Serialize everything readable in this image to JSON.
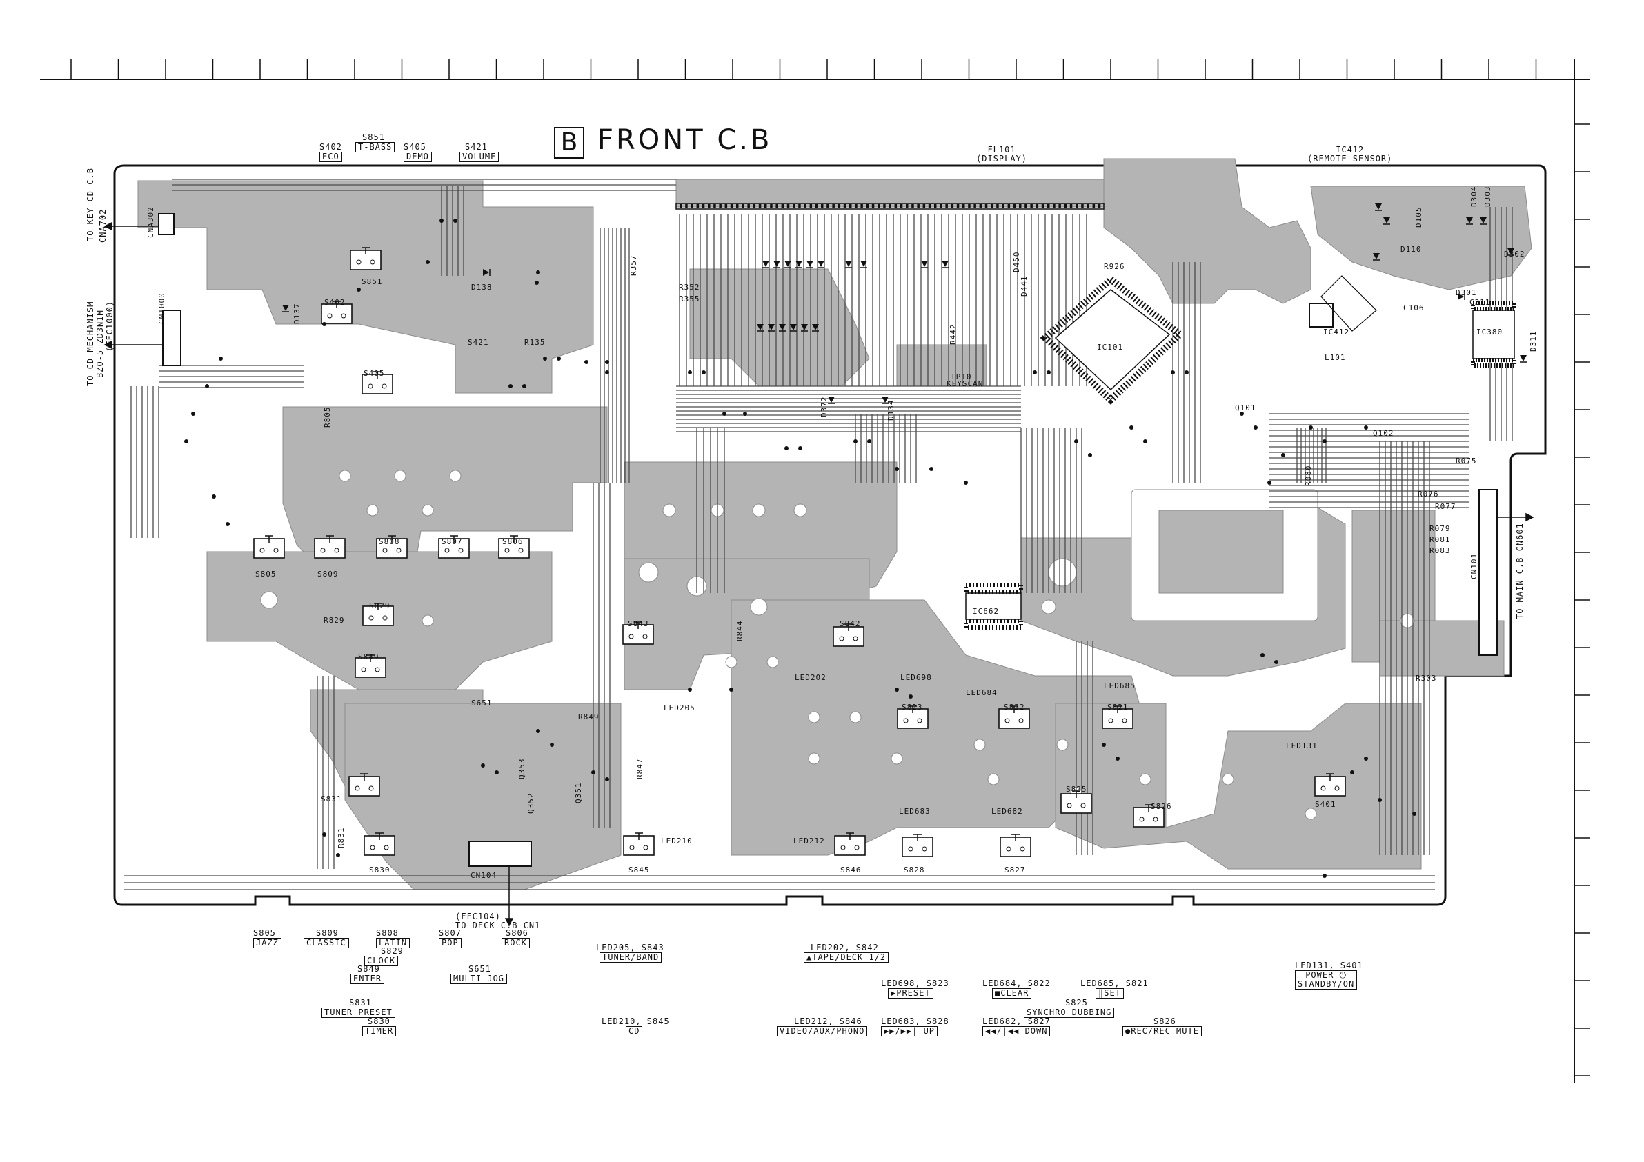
{
  "title_letter": "B",
  "title": "FRONT C.B",
  "top_switches": [
    {
      "id": "S402",
      "name": "ECO"
    },
    {
      "id": "S851",
      "name": "T-BASS"
    },
    {
      "id": "S405",
      "name": "DEMO"
    },
    {
      "id": "S421",
      "name": "VOLUME"
    }
  ],
  "fl101": {
    "id": "FL101",
    "name": "(DISPLAY)"
  },
  "ic412": {
    "id": "IC412",
    "name": "(REMOTE SENSOR)"
  },
  "edge_labels": {
    "to_key_cd": "TO KEY CD C.B",
    "cna702": "CNA702",
    "to_cd_mech": "TO CD MECHANISM",
    "bzo5": "BZO-5 ZD3N1M",
    "ffc1000": "(FFC1000)",
    "to_main": "TO MAIN C.B CN601",
    "ffc104": "(FFC104)",
    "to_deck": "TO DECK C.B CN1"
  },
  "board_labels": {
    "cna302": "CNA302",
    "s851": "S851",
    "d138": "D138",
    "r135": "R135",
    "s402": "S402",
    "cn1000": "CN1000",
    "d137": "D137",
    "s405": "S405",
    "s421": "S421",
    "r805": "R805",
    "r352": "R352",
    "r355": "R355",
    "r357": "R357",
    "s805": "S805",
    "s809": "S809",
    "s808": "S808",
    "s807": "S807",
    "s806": "S806",
    "r829": "R829",
    "s829": "S829",
    "s849": "S849",
    "s651": "S651",
    "r849": "R849",
    "r847": "R847",
    "s831": "S831",
    "r831": "R831",
    "s830": "S830",
    "cn104": "CN104",
    "q352": "Q352",
    "q353": "Q353",
    "q351": "Q351",
    "s843": "S843",
    "r844": "R844",
    "led205": "LED205",
    "led210": "LED210",
    "s845": "S845",
    "s842": "S842",
    "led202": "LED202",
    "led212": "LED212",
    "s846": "S846",
    "led698": "LED698",
    "s823": "S823",
    "led683": "LED683",
    "s828": "S828",
    "led684": "LED684",
    "s822": "S822",
    "led682": "LED682",
    "s827": "S827",
    "s825": "S825",
    "led685": "LED685",
    "s821": "S821",
    "s826": "S826",
    "ic101": "IC101",
    "ic662": "IC662",
    "d372": "D372",
    "d134": "D134",
    "d450": "D450",
    "d441": "D441",
    "r442": "R442",
    "r926": "R926",
    "ic412b": "IC412",
    "l101": "L101",
    "d301": "D301",
    "d302": "D302",
    "d311": "D311",
    "ic380": "IC380",
    "c311": "C311",
    "c106": "C106",
    "d304": "D304",
    "d303": "D303",
    "d110": "D110",
    "d105": "D105",
    "r076": "R076",
    "r077": "R077",
    "r079": "R079",
    "r081": "R081",
    "r083": "R083",
    "r075": "R075",
    "r080": "R080",
    "r303": "R303",
    "cn101": "CN101",
    "led131": "LED131",
    "s401": "S401",
    "q101": "Q101",
    "q102": "Q102",
    "tp10": "TP10",
    "keyscan": "KEYSCAN"
  },
  "bottom_legend": [
    {
      "ids": "S805",
      "name": "JAZZ"
    },
    {
      "ids": "S809",
      "name": "CLASSIC"
    },
    {
      "ids": "S808",
      "name": "LATIN"
    },
    {
      "ids": "S829",
      "name": "CLOCK"
    },
    {
      "ids": "S849",
      "name": "ENTER"
    },
    {
      "ids": "S807",
      "name": "POP"
    },
    {
      "ids": "S806",
      "name": "ROCK"
    },
    {
      "ids": "S651",
      "name": "MULTI JOG"
    },
    {
      "ids": "S831",
      "name": "TUNER PRESET"
    },
    {
      "ids": "S830",
      "name": "TIMER"
    },
    {
      "ids": "LED205, S843",
      "name": "TUNER/BAND"
    },
    {
      "ids": "LED210, S845",
      "name": "CD"
    },
    {
      "ids": "LED202, S842",
      "name": "▲TAPE/DECK 1/2"
    },
    {
      "ids": "LED212, S846",
      "name": "VIDEO/AUX/PHONO"
    },
    {
      "ids": "LED698, S823",
      "name": "▶PRESET"
    },
    {
      "ids": "LED683, S828",
      "name": "▶▶/▶▶| UP"
    },
    {
      "ids": "LED684, S822",
      "name": "■CLEAR"
    },
    {
      "ids": "LED682, S827",
      "name": "◀◀/|◀◀ DOWN"
    },
    {
      "ids": "LED685, S821",
      "name": "‖SET"
    },
    {
      "ids": "S825",
      "name": "SYNCHRO DUBBING"
    },
    {
      "ids": "S826",
      "name": "●REC/REC MUTE"
    },
    {
      "ids": "LED131, S401",
      "name": "POWER ⏻"
    },
    {
      "ids": "",
      "name": "STANDBY/ON"
    }
  ],
  "colors": {
    "ink": "#111111",
    "copper": "#b4b4b4",
    "paper": "#ffffff"
  }
}
